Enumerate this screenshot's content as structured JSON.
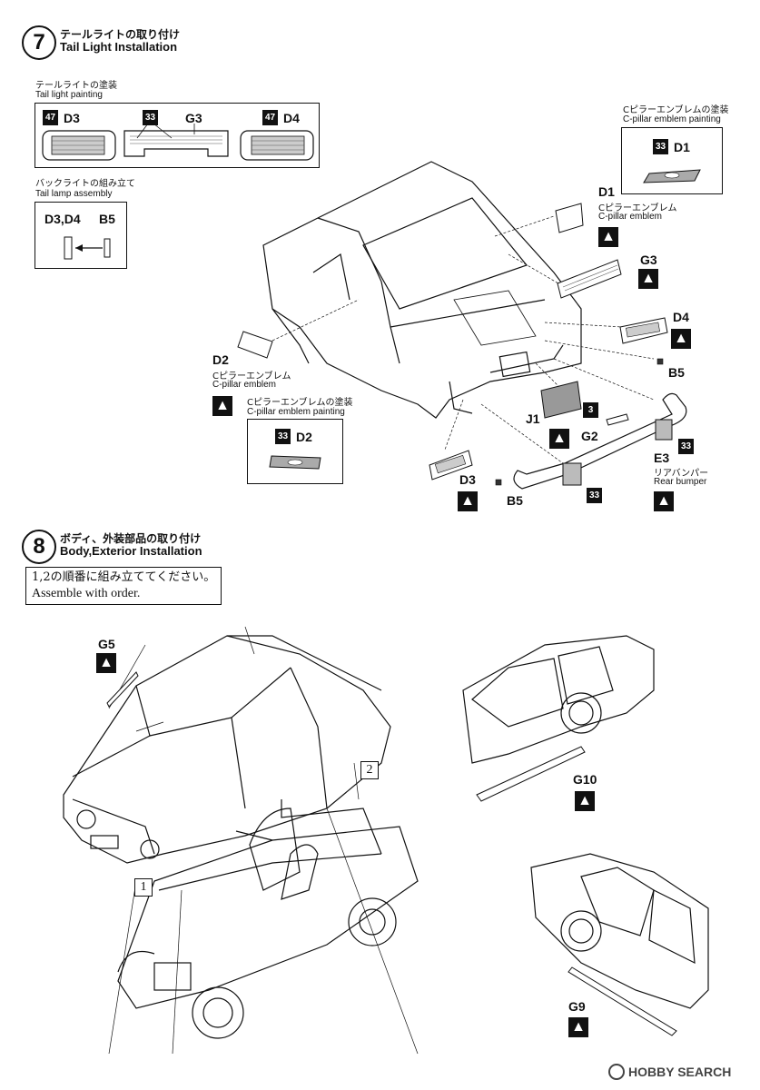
{
  "step7": {
    "number": "7",
    "title_jp": "テールライトの取り付け",
    "title_en": "Tail Light Installation",
    "painting": {
      "title_jp": "テールライトの塗装",
      "title_en": "Tail light painting",
      "items": [
        {
          "paint": "47",
          "part": "D3"
        },
        {
          "paint": "33",
          "part": "G3"
        },
        {
          "paint": "47",
          "part": "D4"
        }
      ]
    },
    "assembly": {
      "title_jp": "バックライトの組み立て",
      "title_en": "Tail lamp assembly",
      "label_left": "D3,D4",
      "label_right": "B5"
    },
    "emblem_d1": {
      "title_jp": "Cピラーエンブレムの塗装",
      "title_en": "C-pillar emblem painting",
      "paint": "33",
      "part": "D1"
    },
    "emblem_d2": {
      "title_jp": "Cピラーエンブレムの塗装",
      "title_en": "C-pillar emblem painting",
      "paint": "33",
      "part": "D2"
    },
    "labels": {
      "d1": "D1",
      "d1_jp": "Cピラーエンブレム",
      "d1_en": "C-pillar emblem",
      "d2": "D2",
      "d2_jp": "Cピラーエンブレム",
      "d2_en": "C-pillar emblem",
      "g3": "G3",
      "d4": "D4",
      "b5_right": "B5",
      "j1": "J1",
      "j1_paint": "3",
      "g2": "G2",
      "e3": "E3",
      "e3_paint": "33",
      "e3_jp": "リアバンパー",
      "e3_en": "Rear bumper",
      "bumper_paint": "33",
      "d3": "D3",
      "b5_left": "B5"
    }
  },
  "step8": {
    "number": "8",
    "title_jp": "ボディ、外装部品の取り付け",
    "title_en": "Body,Exterior Installation",
    "note_jp": "1,2の順番に組み立ててください。",
    "note_en": "Assemble with order.",
    "labels": {
      "g5": "G5",
      "g10": "G10",
      "g9": "G9",
      "sub1": "1",
      "sub2": "2"
    }
  },
  "watermark": {
    "brand": "HOBBY SEARCH"
  }
}
